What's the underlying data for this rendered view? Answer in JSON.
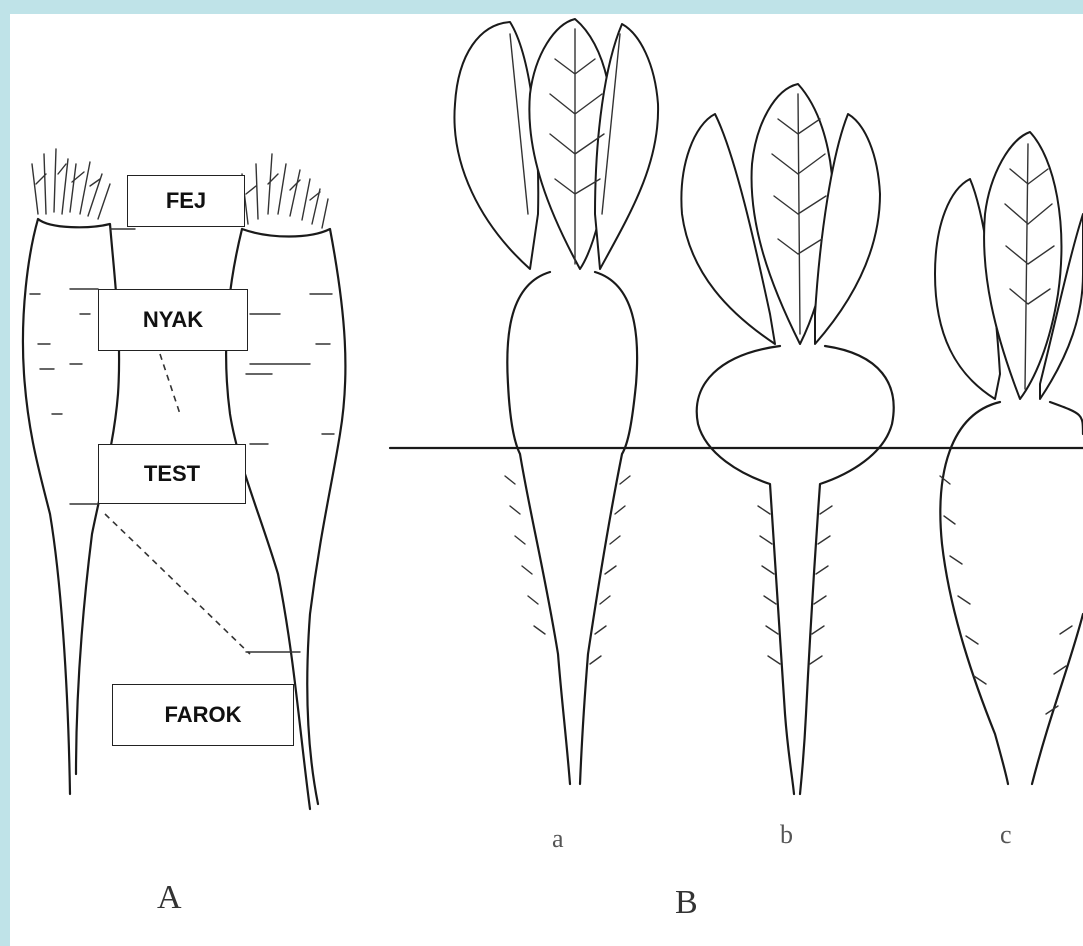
{
  "labels": {
    "head": "FEJ",
    "neck": "NYAK",
    "body": "TEST",
    "tail": "FAROK"
  },
  "panels": {
    "left": "A",
    "right": "B"
  },
  "variants": {
    "a": "a",
    "b": "b",
    "c": "c"
  },
  "colors": {
    "frame": "#bfe3e8",
    "background": "#ffffff",
    "ink": "#1a1a1a"
  }
}
